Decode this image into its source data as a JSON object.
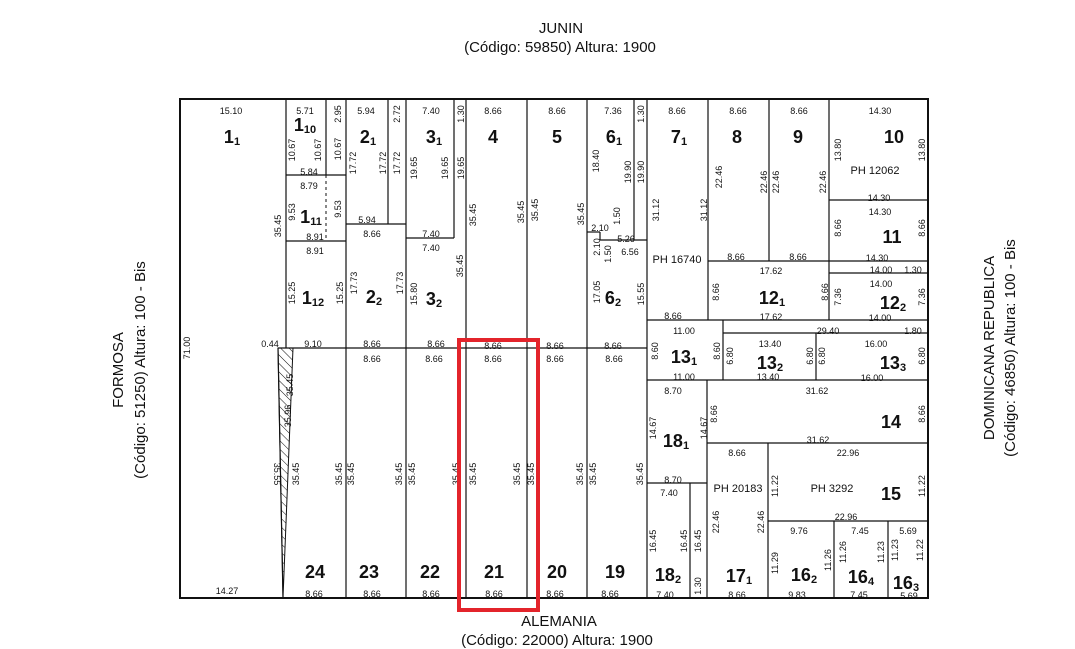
{
  "streets": {
    "north": {
      "name": "JUNIN",
      "info": "(Código: 59850) Altura: 1900"
    },
    "south": {
      "name": "ALEMANIA",
      "info": "(Código: 22000) Altura: 1900"
    },
    "west": {
      "name": "FORMOSA",
      "info": "(Código: 51250) Altura: 100 - Bis"
    },
    "east": {
      "name": "DOMINICANA REPUBLICA",
      "info": "(Código: 46850) Altura: 100 - Bis"
    }
  },
  "highlight": {
    "lot": "21",
    "color": "#e3242b"
  },
  "lots": {
    "1_1": {
      "num": "1",
      "sub": "1",
      "dims": [
        "15.10",
        "71.00",
        "35.45",
        "0.44",
        "14.27"
      ]
    },
    "1_10": {
      "num": "1",
      "sub": "10",
      "dims": [
        "5.71",
        "10.67",
        "10.67",
        "5.84",
        "2.95",
        "10.67"
      ]
    },
    "1_11": {
      "num": "1",
      "sub": "11",
      "dims": [
        "8.79",
        "9.53",
        "9.53",
        "8.91"
      ]
    },
    "1_12": {
      "num": "1",
      "sub": "12",
      "dims": [
        "8.91",
        "15.25",
        "15.25",
        "9.10"
      ]
    },
    "2_1": {
      "num": "2",
      "sub": "1",
      "dims": [
        "5.94",
        "17.72",
        "17.72",
        "2.72",
        "17.72",
        "5.94"
      ]
    },
    "2_2": {
      "num": "2",
      "sub": "2",
      "dims": [
        "8.66",
        "17.73",
        "17.73",
        "8.66"
      ]
    },
    "3_1": {
      "num": "3",
      "sub": "1",
      "dims": [
        "7.40",
        "19.65",
        "19.65",
        "1.30",
        "19.65",
        "7.40"
      ]
    },
    "3_2": {
      "num": "3",
      "sub": "2",
      "dims": [
        "7.40",
        "15.80",
        "35.45",
        "8.66"
      ]
    },
    "4": {
      "num": "4",
      "sub": "",
      "dims": [
        "8.66",
        "35.45",
        "35.45"
      ]
    },
    "5": {
      "num": "5",
      "sub": "",
      "dims": [
        "8.66",
        "35.45",
        "35.45"
      ]
    },
    "6_1": {
      "num": "6",
      "sub": "1",
      "dims": [
        "7.36",
        "18.40",
        "19.90",
        "1.30",
        "19.90",
        "2.10",
        "1.50",
        "5.26"
      ]
    },
    "6_2": {
      "num": "6",
      "sub": "2",
      "dims": [
        "2.10",
        "1.50",
        "6.56",
        "17.05",
        "15.55",
        "8.66"
      ]
    },
    "7_1": {
      "num": "7",
      "sub": "1",
      "dims": [
        "8.66",
        "31.12",
        "31.12",
        "PH 16740",
        "8.66"
      ]
    },
    "8": {
      "num": "8",
      "sub": "",
      "dims": [
        "8.66",
        "22.46",
        "22.46",
        "8.66"
      ]
    },
    "9": {
      "num": "9",
      "sub": "",
      "dims": [
        "8.66",
        "22.46",
        "22.46",
        "8.66"
      ]
    },
    "10": {
      "num": "10",
      "sub": "",
      "dims": [
        "14.30",
        "13.80",
        "13.80",
        "PH 12062",
        "14.30"
      ]
    },
    "11": {
      "num": "11",
      "sub": "",
      "dims": [
        "14.30",
        "8.66",
        "8.66",
        "14.30",
        "14.00",
        "1.30"
      ]
    },
    "12_1": {
      "num": "12",
      "sub": "1",
      "dims": [
        "17.62",
        "8.66",
        "8.66",
        "17.62"
      ]
    },
    "12_2": {
      "num": "12",
      "sub": "2",
      "dims": [
        "14.00",
        "7.36",
        "7.36",
        "14.00"
      ]
    },
    "13_1": {
      "num": "13",
      "sub": "1",
      "dims": [
        "11.00",
        "8.60",
        "8.60",
        "11.00"
      ]
    },
    "13_2": {
      "num": "13",
      "sub": "2",
      "dims": [
        "29.40",
        "1.80",
        "13.40",
        "6.80",
        "6.80",
        "13.40"
      ]
    },
    "13_3": {
      "num": "13",
      "sub": "3",
      "dims": [
        "16.00",
        "6.80",
        "6.80",
        "16.00"
      ]
    },
    "14": {
      "num": "14",
      "sub": "",
      "dims": [
        "31.62",
        "8.66",
        "8.66",
        "31.62"
      ]
    },
    "15": {
      "num": "15",
      "sub": "",
      "dims": [
        "22.96",
        "11.22",
        "PH 3292",
        "11.22",
        "22.96"
      ]
    },
    "16_2": {
      "num": "16",
      "sub": "2",
      "dims": [
        "9.76",
        "11.29",
        "11.26",
        "9.83"
      ]
    },
    "16_3": {
      "num": "16",
      "sub": "3",
      "dims": [
        "5.69",
        "11.23",
        "11.22",
        "5.69"
      ]
    },
    "16_4": {
      "num": "16",
      "sub": "4",
      "dims": [
        "7.45",
        "11.26",
        "11.23",
        "7.45"
      ]
    },
    "17_1": {
      "num": "17",
      "sub": "1",
      "dims": [
        "8.66",
        "PH 20183",
        "22.46",
        "22.46",
        "8.66"
      ]
    },
    "18_1": {
      "num": "18",
      "sub": "1",
      "dims": [
        "8.70",
        "14.67",
        "14.67",
        "8.70"
      ]
    },
    "18_2": {
      "num": "18",
      "sub": "2",
      "dims": [
        "7.40",
        "16.45",
        "16.45",
        "16.45",
        "1.30",
        "7.40"
      ]
    },
    "19": {
      "num": "19",
      "sub": "",
      "dims": [
        "8.66",
        "35.45",
        "35.45",
        "8.66"
      ]
    },
    "20": {
      "num": "20",
      "sub": "",
      "dims": [
        "8.66",
        "8.66",
        "35.45",
        "35.45",
        "8.66"
      ]
    },
    "21": {
      "num": "21",
      "sub": "",
      "dims": [
        "8.66",
        "8.66",
        "35.45",
        "35.45",
        "35.45",
        "8.66"
      ]
    },
    "22": {
      "num": "22",
      "sub": "",
      "dims": [
        "8.66",
        "35.45",
        "35.45",
        "8.66"
      ]
    },
    "23": {
      "num": "23",
      "sub": "",
      "dims": [
        "8.66",
        "35.45",
        "35.45",
        "8.66"
      ]
    },
    "24": {
      "num": "24",
      "sub": "",
      "dims": [
        "35.55",
        "35.45",
        "35.45",
        "35.96",
        "8.66"
      ]
    }
  }
}
